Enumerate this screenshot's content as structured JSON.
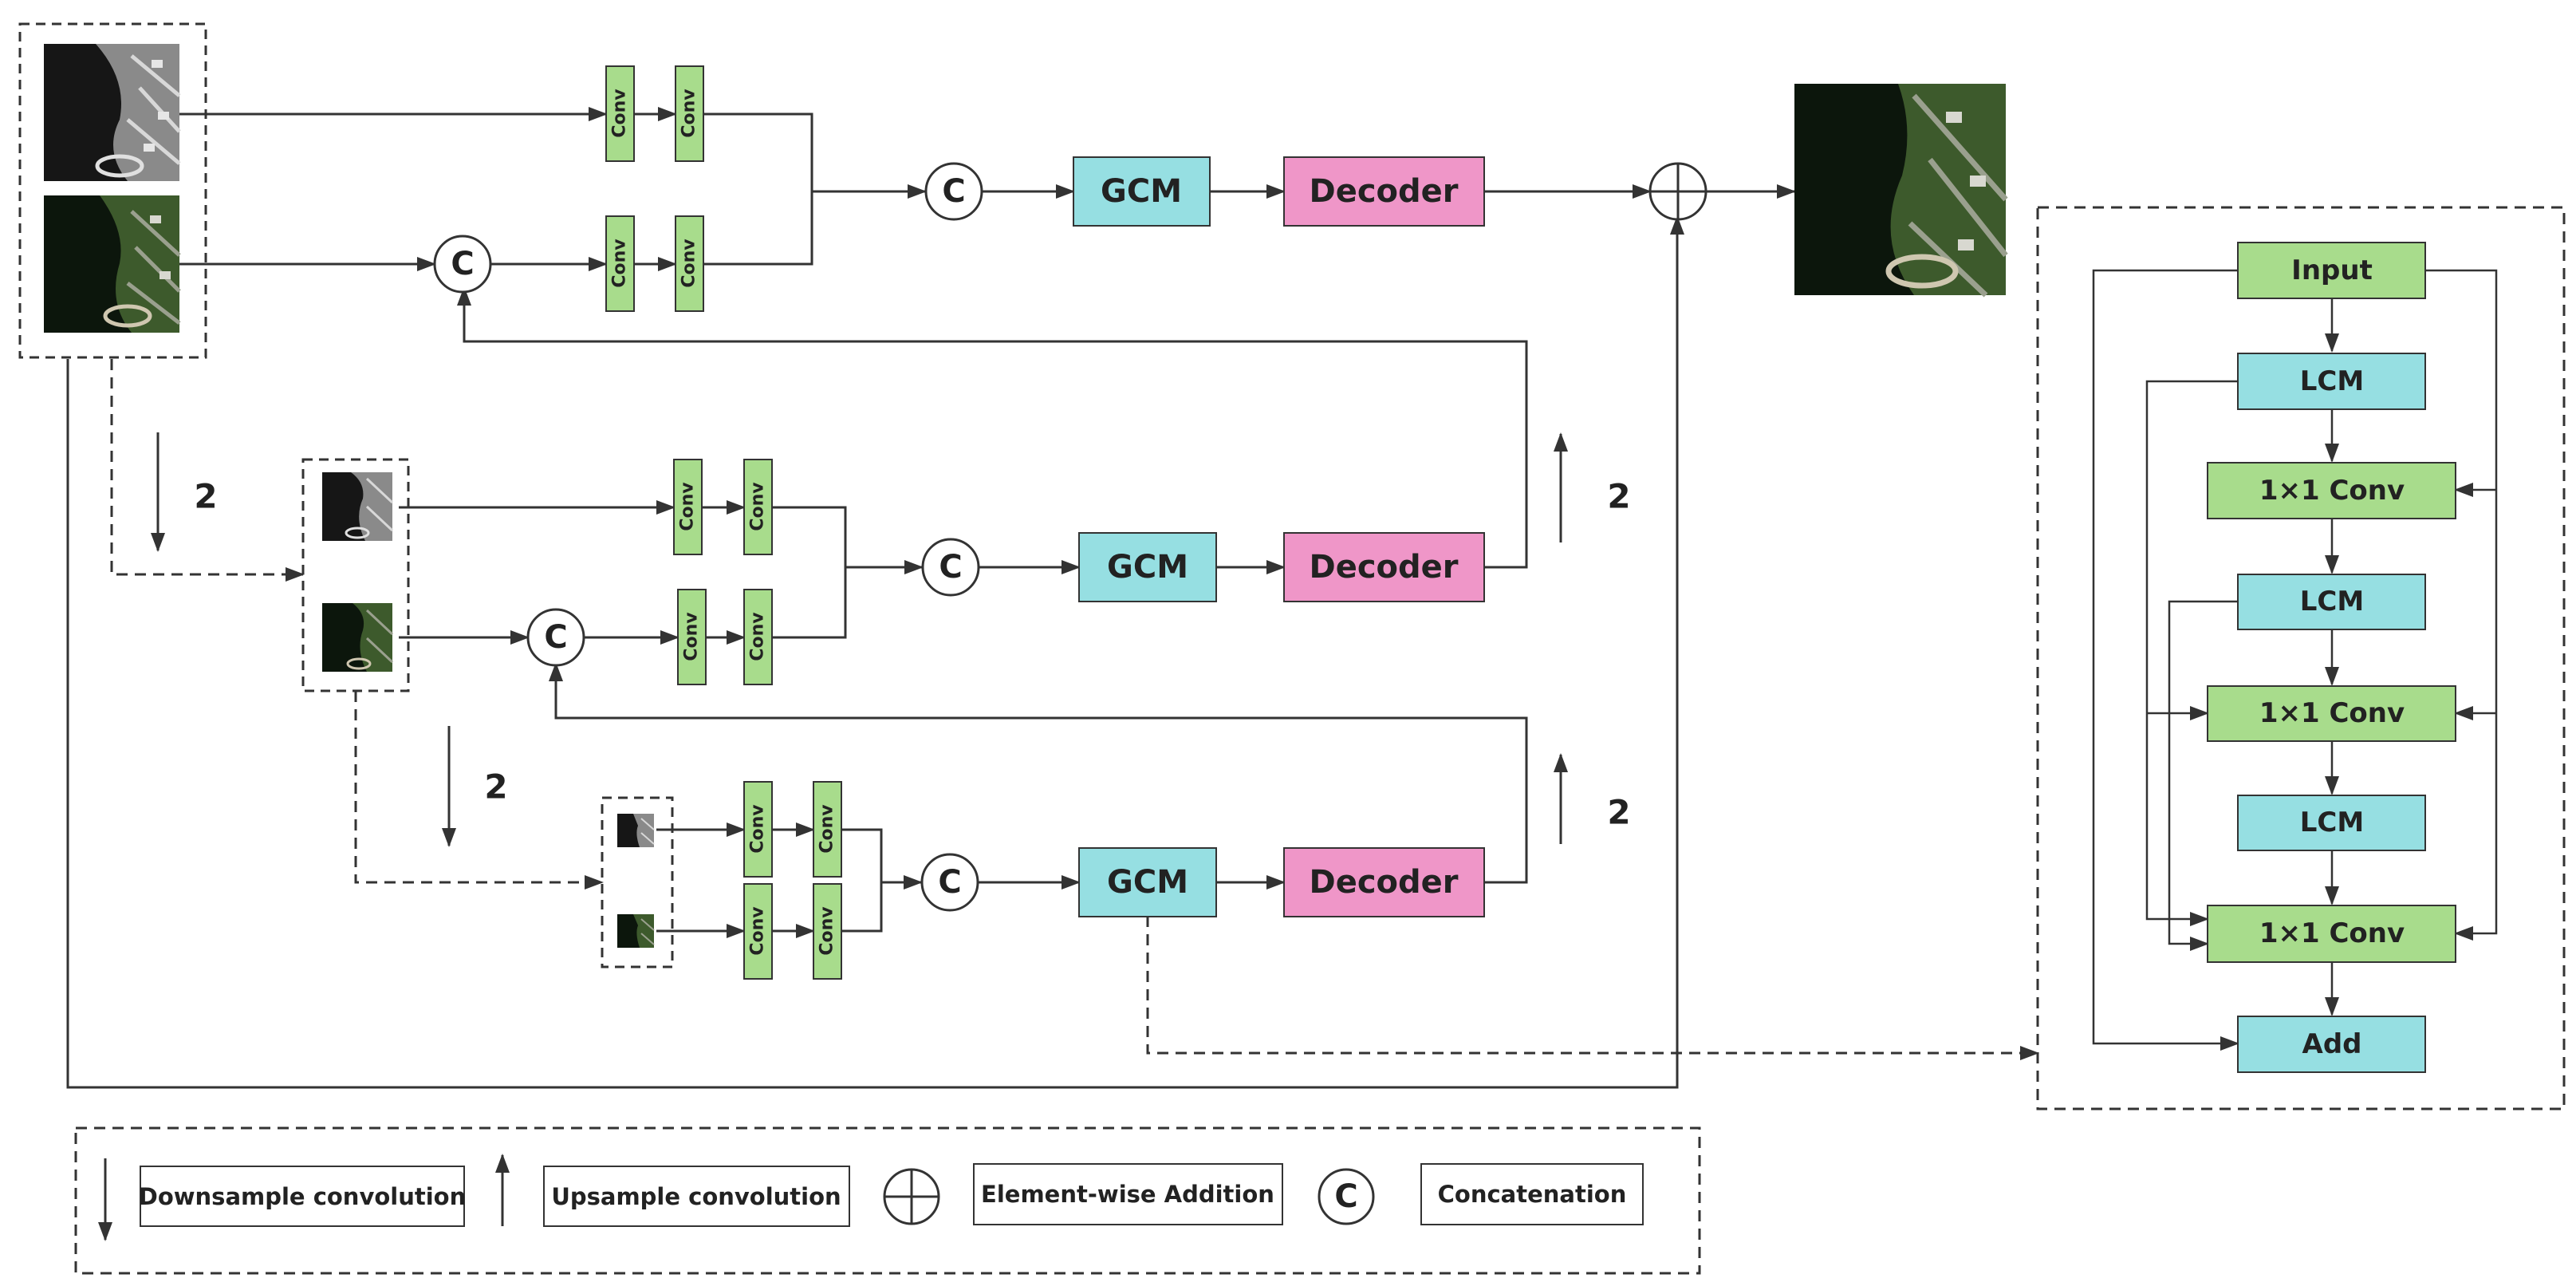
{
  "labels": {
    "conv": "Conv",
    "gcm": "GCM",
    "decoder": "Decoder",
    "concat_symbol": "C",
    "scale_factor": "2"
  },
  "gcm_module": {
    "input": "Input",
    "lcm": "LCM",
    "conv1x1": "1×1 Conv",
    "add": "Add"
  },
  "legend": {
    "downsample": "Downsample convolution",
    "upsample": "Upsample convolution",
    "addition": "Element-wise Addition",
    "concat": "Concatenation"
  },
  "colors": {
    "conv_fill": "#a8dc8c",
    "gcm_fill": "#96dfe2",
    "decoder_fill": "#ef96c8",
    "line": "#333333",
    "water": "#0c160c",
    "land": "#3d5a2c"
  }
}
